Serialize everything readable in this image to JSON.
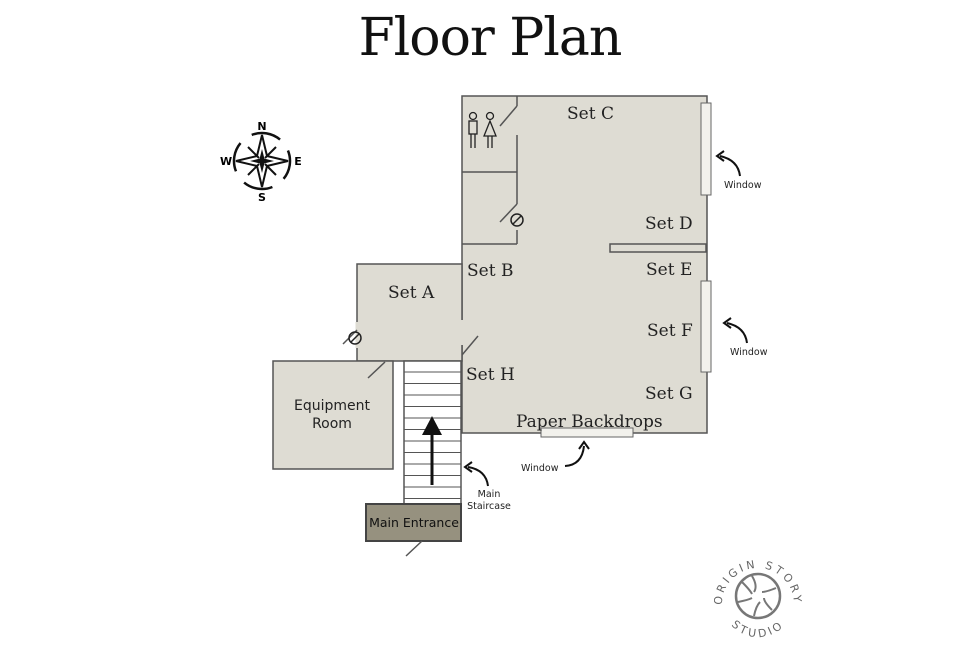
{
  "title": "Floor Plan",
  "compass": {
    "n": "N",
    "s": "S",
    "e": "E",
    "w": "W"
  },
  "sets": {
    "a": "Set A",
    "b": "Set B",
    "c": "Set C",
    "d": "Set D",
    "e": "Set E",
    "f": "Set F",
    "g": "Set G",
    "h": "Set H"
  },
  "paper_backdrops": "Paper Backdrops",
  "equipment_room": [
    "Equipment",
    "Room"
  ],
  "main_entrance": "Main Entrance",
  "staircase": [
    "Main",
    "Staircase"
  ],
  "window_label": "Window",
  "logo": {
    "top": "ORIGIN STORY",
    "bottom": "STUDIO"
  },
  "colors": {
    "floor": "#dedcd3",
    "entrance": "#96917f",
    "wall": "#555555"
  }
}
